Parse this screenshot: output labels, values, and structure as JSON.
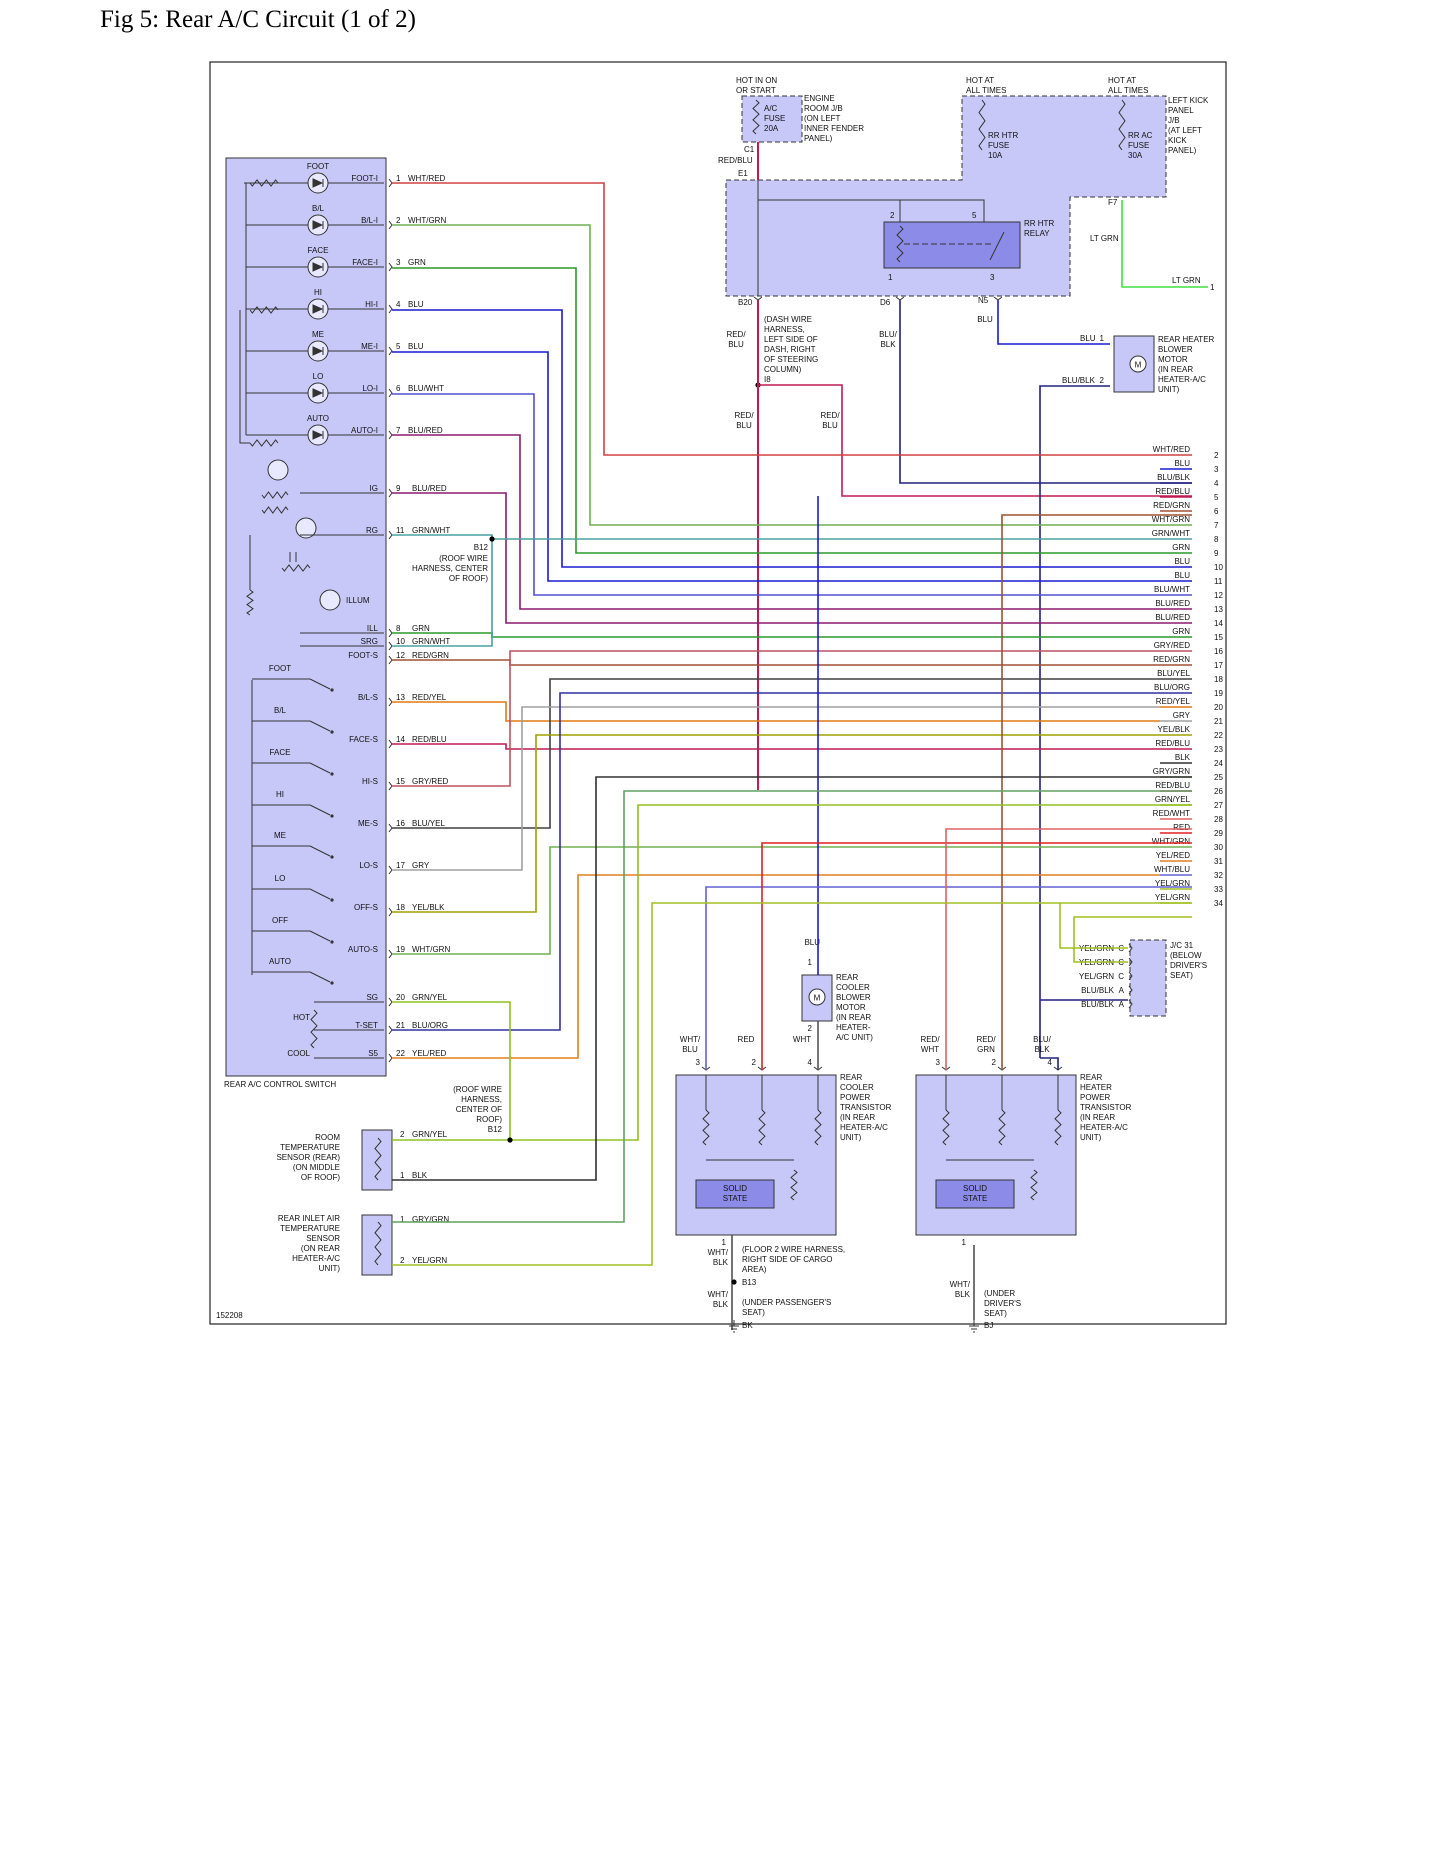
{
  "title": "Fig 5: Rear A/C Circuit (1 of 2)",
  "diagram_id": "152208",
  "colors": {
    "component_fill": "#c8c8f8",
    "relay_fill": "#8c8ce8",
    "WHT/RED": "#d04040",
    "WHT/GRN": "#70b050",
    "GRN": "#2a9a2a",
    "BLU": "#1a1ad0",
    "BLU/WHT": "#5050d0",
    "BLU/RED": "#8a1a70",
    "GRN/WHT": "#4aa0a0",
    "RED/GRN": "#a05030",
    "RED/YEL": "#e07a10",
    "RED/BLU": "#c01a50",
    "GRY/RED": "#c05060",
    "BLU/YEL": "#404040",
    "GRY": "#a0a0a0",
    "YEL/BLK": "#a0a000",
    "GRN/YEL": "#90c020",
    "BLU/ORG": "#3030a0",
    "BLK": "#303030",
    "GRY/GRN": "#60a060",
    "YEL/GRN": "#a0c020",
    "RED": "#e02020",
    "BLU/BLK": "#202080",
    "LT GRN": "#40e040",
    "WHT/BLK": "#505050",
    "YEL/RED": "#e08020",
    "WHT/BLU": "#6060d0",
    "RED/WHT": "#e06060"
  },
  "switch": {
    "name": "REAR A/C CONTROL SWITCH",
    "indicators": [
      {
        "label": "FOOT",
        "pin_label": "FOOT-I",
        "pin": "1",
        "wire": "WHT/RED"
      },
      {
        "label": "B/L",
        "pin_label": "B/L-I",
        "pin": "2",
        "wire": "WHT/GRN"
      },
      {
        "label": "FACE",
        "pin_label": "FACE-I",
        "pin": "3",
        "wire": "GRN"
      },
      {
        "label": "HI",
        "pin_label": "HI-I",
        "pin": "4",
        "wire": "BLU"
      },
      {
        "label": "ME",
        "pin_label": "ME-I",
        "pin": "5",
        "wire": "BLU"
      },
      {
        "label": "LO",
        "pin_label": "LO-I",
        "pin": "6",
        "wire": "BLU/WHT"
      },
      {
        "label": "AUTO",
        "pin_label": "AUTO-I",
        "pin": "7",
        "wire": "BLU/RED"
      }
    ],
    "other_pins": [
      {
        "pin_label": "IG",
        "pin": "9",
        "wire": "BLU/RED"
      },
      {
        "pin_label": "RG",
        "pin": "11",
        "wire": "GRN/WHT"
      },
      {
        "pin_label": "ILL",
        "pin": "8",
        "wire": "GRN"
      },
      {
        "pin_label": "SRG",
        "pin": "10",
        "wire": "GRN/WHT"
      }
    ],
    "illum_label": "ILLUM",
    "selectors": [
      {
        "label": "FOOT",
        "pin_label": "FOOT-S",
        "pin": "12",
        "wire": "RED/GRN"
      },
      {
        "label": "B/L",
        "pin_label": "B/L-S",
        "pin": "13",
        "wire": "RED/YEL"
      },
      {
        "label": "FACE",
        "pin_label": "FACE-S",
        "pin": "14",
        "wire": "RED/BLU"
      },
      {
        "label": "HI",
        "pin_label": "HI-S",
        "pin": "15",
        "wire": "GRY/RED"
      },
      {
        "label": "ME",
        "pin_label": "ME-S",
        "pin": "16",
        "wire": "BLU/YEL"
      },
      {
        "label": "LO",
        "pin_label": "LO-S",
        "pin": "17",
        "wire": "GRY"
      },
      {
        "label": "OFF",
        "pin_label": "OFF-S",
        "pin": "18",
        "wire": "YEL/BLK"
      },
      {
        "label": "AUTO",
        "pin_label": "AUTO-S",
        "pin": "19",
        "wire": "WHT/GRN"
      }
    ],
    "temp_pins": [
      {
        "pin_label": "SG",
        "pin": "20",
        "wire": "GRN/YEL"
      },
      {
        "pin_label": "T-SET",
        "pin": "21",
        "wire": "BLU/ORG"
      },
      {
        "pin_label": "S5",
        "pin": "22",
        "wire": "YEL/RED"
      }
    ],
    "hot_label": "HOT",
    "cool_label": "COOL"
  },
  "power": {
    "ac_fuse": {
      "hot": [
        "HOT IN ON",
        "OR START"
      ],
      "fuse": [
        "A/C",
        "FUSE",
        "20A"
      ],
      "location": [
        "ENGINE",
        "ROOM J/B",
        "(ON LEFT",
        "INNER FENDER",
        "PANEL)"
      ],
      "c1": "C1",
      "wire": "RED/BLU",
      "e1": "E1"
    },
    "rr_htr_fuse": {
      "hot": [
        "HOT AT",
        "ALL TIMES"
      ],
      "fuse": [
        "RR HTR",
        "FUSE",
        "10A"
      ]
    },
    "rr_ac_fuse": {
      "hot": [
        "HOT AT",
        "ALL TIMES"
      ],
      "fuse": [
        "RR AC",
        "FUSE",
        "30A"
      ],
      "location": [
        "LEFT KICK",
        "PANEL",
        "J/B",
        "(AT LEFT",
        "KICK",
        "PANEL)"
      ],
      "f7": "F7",
      "wire": "LT GRN"
    },
    "relay": {
      "name": [
        "RR HTR",
        "RELAY"
      ],
      "pins": [
        "2",
        "5",
        "1",
        "3"
      ]
    },
    "connectors": {
      "b20": "B20",
      "d6": "D6",
      "n5": "N5",
      "i8": "I8"
    },
    "b20_wire": [
      "RED/",
      "BLU"
    ],
    "d6_wire": [
      "BLU/",
      "BLK"
    ],
    "n5_wire": "BLU",
    "dash_harness": [
      "(DASH WIRE",
      "HARNESS,",
      "LEFT SIDE OF",
      "DASH, RIGHT",
      "OF STEERING",
      "COLUMN)"
    ],
    "red_blu_a": [
      "RED/",
      "BLU"
    ],
    "red_blu_b": [
      "RED/",
      "BLU"
    ],
    "lt_grn_end": "LT GRN",
    "lt_grn_pin": "1"
  },
  "rear_heater_motor": {
    "label": [
      "REAR HEATER",
      "BLOWER",
      "MOTOR",
      "(IN REAR",
      "HEATER-A/C",
      "UNIT)"
    ],
    "pin1": "1",
    "wire1": "BLU",
    "pin2": "2",
    "wire2": "BLU/BLK",
    "symbol": "M"
  },
  "harness": {
    "wires": [
      {
        "pin": "2",
        "wire": "WHT/RED"
      },
      {
        "pin": "3",
        "wire": "BLU"
      },
      {
        "pin": "4",
        "wire": "BLU/BLK"
      },
      {
        "pin": "5",
        "wire": "RED/BLU"
      },
      {
        "pin": "6",
        "wire": "RED/GRN"
      },
      {
        "pin": "7",
        "wire": "WHT/GRN"
      },
      {
        "pin": "8",
        "wire": "GRN/WHT"
      },
      {
        "pin": "9",
        "wire": "GRN"
      },
      {
        "pin": "10",
        "wire": "BLU"
      },
      {
        "pin": "11",
        "wire": "BLU"
      },
      {
        "pin": "12",
        "wire": "BLU/WHT"
      },
      {
        "pin": "13",
        "wire": "BLU/RED"
      },
      {
        "pin": "14",
        "wire": "BLU/RED"
      },
      {
        "pin": "15",
        "wire": "GRN"
      },
      {
        "pin": "16",
        "wire": "GRY/RED"
      },
      {
        "pin": "17",
        "wire": "RED/GRN"
      },
      {
        "pin": "18",
        "wire": "BLU/YEL"
      },
      {
        "pin": "19",
        "wire": "BLU/ORG"
      },
      {
        "pin": "20",
        "wire": "RED/YEL"
      },
      {
        "pin": "21",
        "wire": "GRY"
      },
      {
        "pin": "22",
        "wire": "YEL/BLK"
      },
      {
        "pin": "23",
        "wire": "RED/BLU"
      },
      {
        "pin": "24",
        "wire": "BLK"
      },
      {
        "pin": "25",
        "wire": "GRY/GRN"
      },
      {
        "pin": "26",
        "wire": "RED/BLU"
      },
      {
        "pin": "27",
        "wire": "GRN/YEL"
      },
      {
        "pin": "28",
        "wire": "RED/WHT"
      },
      {
        "pin": "29",
        "wire": "RED"
      },
      {
        "pin": "30",
        "wire": "WHT/GRN"
      },
      {
        "pin": "31",
        "wire": "YEL/RED"
      },
      {
        "pin": "32",
        "wire": "WHT/BLU"
      },
      {
        "pin": "33",
        "wire": "YEL/GRN"
      },
      {
        "pin": "34",
        "wire": "YEL/GRN"
      }
    ]
  },
  "b12_top": {
    "id": "B12",
    "label": [
      "(ROOF WIRE",
      "HARNESS, CENTER",
      "OF ROOF)"
    ]
  },
  "jc31": {
    "name": [
      "J/C 31",
      "(BELOW",
      "DRIVER'S",
      "SEAT)"
    ],
    "rows": [
      {
        "wire": "YEL/GRN",
        "pin": "C"
      },
      {
        "wire": "YEL/GRN",
        "pin": "C"
      },
      {
        "wire": "YEL/GRN",
        "pin": "C"
      },
      {
        "wire": "BLU/BLK",
        "pin": "A"
      },
      {
        "wire": "BLU/BLK",
        "pin": "A"
      }
    ]
  },
  "cooler_motor": {
    "label": [
      "REAR",
      "COOLER",
      "BLOWER",
      "MOTOR",
      "(IN REAR",
      "HEATER-",
      "A/C UNIT)"
    ],
    "top_wire": "BLU",
    "pin1": "1",
    "pin2": "2",
    "symbol": "M"
  },
  "cooler_transistor": {
    "label": [
      "REAR",
      "COOLER",
      "POWER",
      "TRANSISTOR",
      "(IN REAR",
      "HEATER-A/C",
      "UNIT)"
    ],
    "pins": [
      {
        "wire": [
          "WHT/",
          "BLU"
        ],
        "pin": "3"
      },
      {
        "wire": [
          "RED"
        ],
        "pin": "2"
      },
      {
        "wire": [
          "WHT"
        ],
        "pin": "4"
      }
    ],
    "solid_state": [
      "SOLID",
      "STATE"
    ],
    "bottom_pin": "1"
  },
  "heater_transistor": {
    "label": [
      "REAR",
      "HEATER",
      "POWER",
      "TRANSISTOR",
      "(IN REAR",
      "HEATER-A/C",
      "UNIT)"
    ],
    "pins": [
      {
        "wire": [
          "RED/",
          "WHT"
        ],
        "pin": "3"
      },
      {
        "wire": [
          "RED/",
          "GRN"
        ],
        "pin": "2"
      },
      {
        "wire": [
          "BLU/",
          "BLK"
        ],
        "pin": "4"
      }
    ],
    "solid_state": [
      "SOLID",
      "STATE"
    ],
    "bottom_pin": "1"
  },
  "ground_cooler": {
    "wire": [
      "WHT/",
      "BLK"
    ],
    "harness": [
      "(FLOOR 2 WIRE HARNESS,",
      "RIGHT SIDE OF CARGO",
      "AREA)"
    ],
    "splice": "B13",
    "wire2": [
      "WHT/",
      "BLK"
    ],
    "location": [
      "(UNDER PASSENGER'S",
      "SEAT)"
    ],
    "ground": "BK"
  },
  "ground_heater": {
    "wire": [
      "WHT/",
      "BLK"
    ],
    "location": [
      "(UNDER",
      "DRIVER'S",
      "SEAT)"
    ],
    "ground": "BJ"
  },
  "room_sensor": {
    "label": [
      "ROOM",
      "TEMPERATURE",
      "SENSOR (REAR)",
      "(ON MIDDLE",
      "OF ROOF)"
    ],
    "pins": [
      {
        "pin": "2",
        "wire": "GRN/YEL"
      },
      {
        "pin": "1",
        "wire": "BLK"
      }
    ]
  },
  "b12_bottom": {
    "label": [
      "(ROOF WIRE",
      "HARNESS,",
      "CENTER OF",
      "ROOF)"
    ],
    "id": "B12"
  },
  "inlet_sensor": {
    "label": [
      "REAR INLET AIR",
      "TEMPERATURE",
      "SENSOR",
      "(ON REAR",
      "HEATER-A/C",
      "UNIT)"
    ],
    "pins": [
      {
        "pin": "1",
        "wire": "GRY/GRN"
      },
      {
        "pin": "2",
        "wire": "YEL/GRN"
      }
    ]
  }
}
